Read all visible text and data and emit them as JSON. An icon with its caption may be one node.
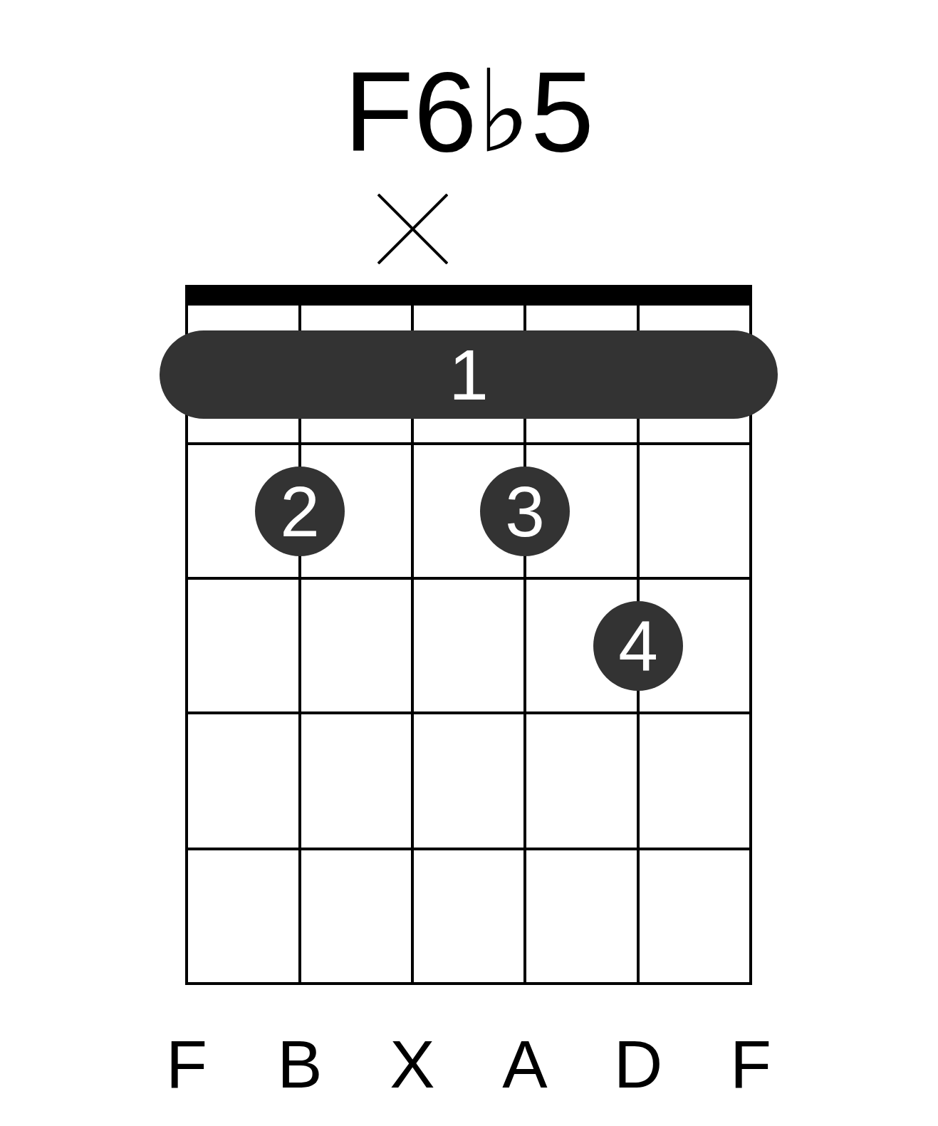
{
  "diagram": {
    "title": "F6♭5",
    "nodes": [
      {
        "text": [
          "1"
        ]
      },
      {
        "text": [
          "2"
        ]
      },
      {
        "text": [
          "3"
        ]
      },
      {
        "text": [
          "4"
        ]
      }
    ],
    "labels": [
      "F",
      "B",
      "X",
      "A",
      "D",
      "F"
    ]
  }
}
